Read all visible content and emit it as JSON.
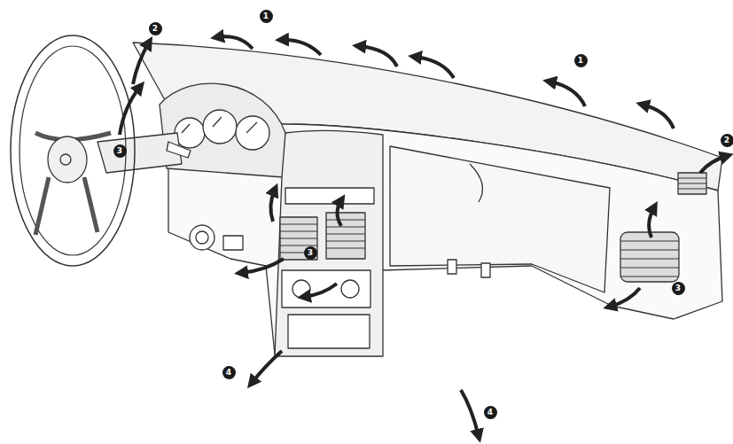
{
  "diagram": {
    "labels": [
      "1",
      "2",
      "1",
      "2",
      "3",
      "3",
      "3",
      "4",
      "4"
    ]
  }
}
